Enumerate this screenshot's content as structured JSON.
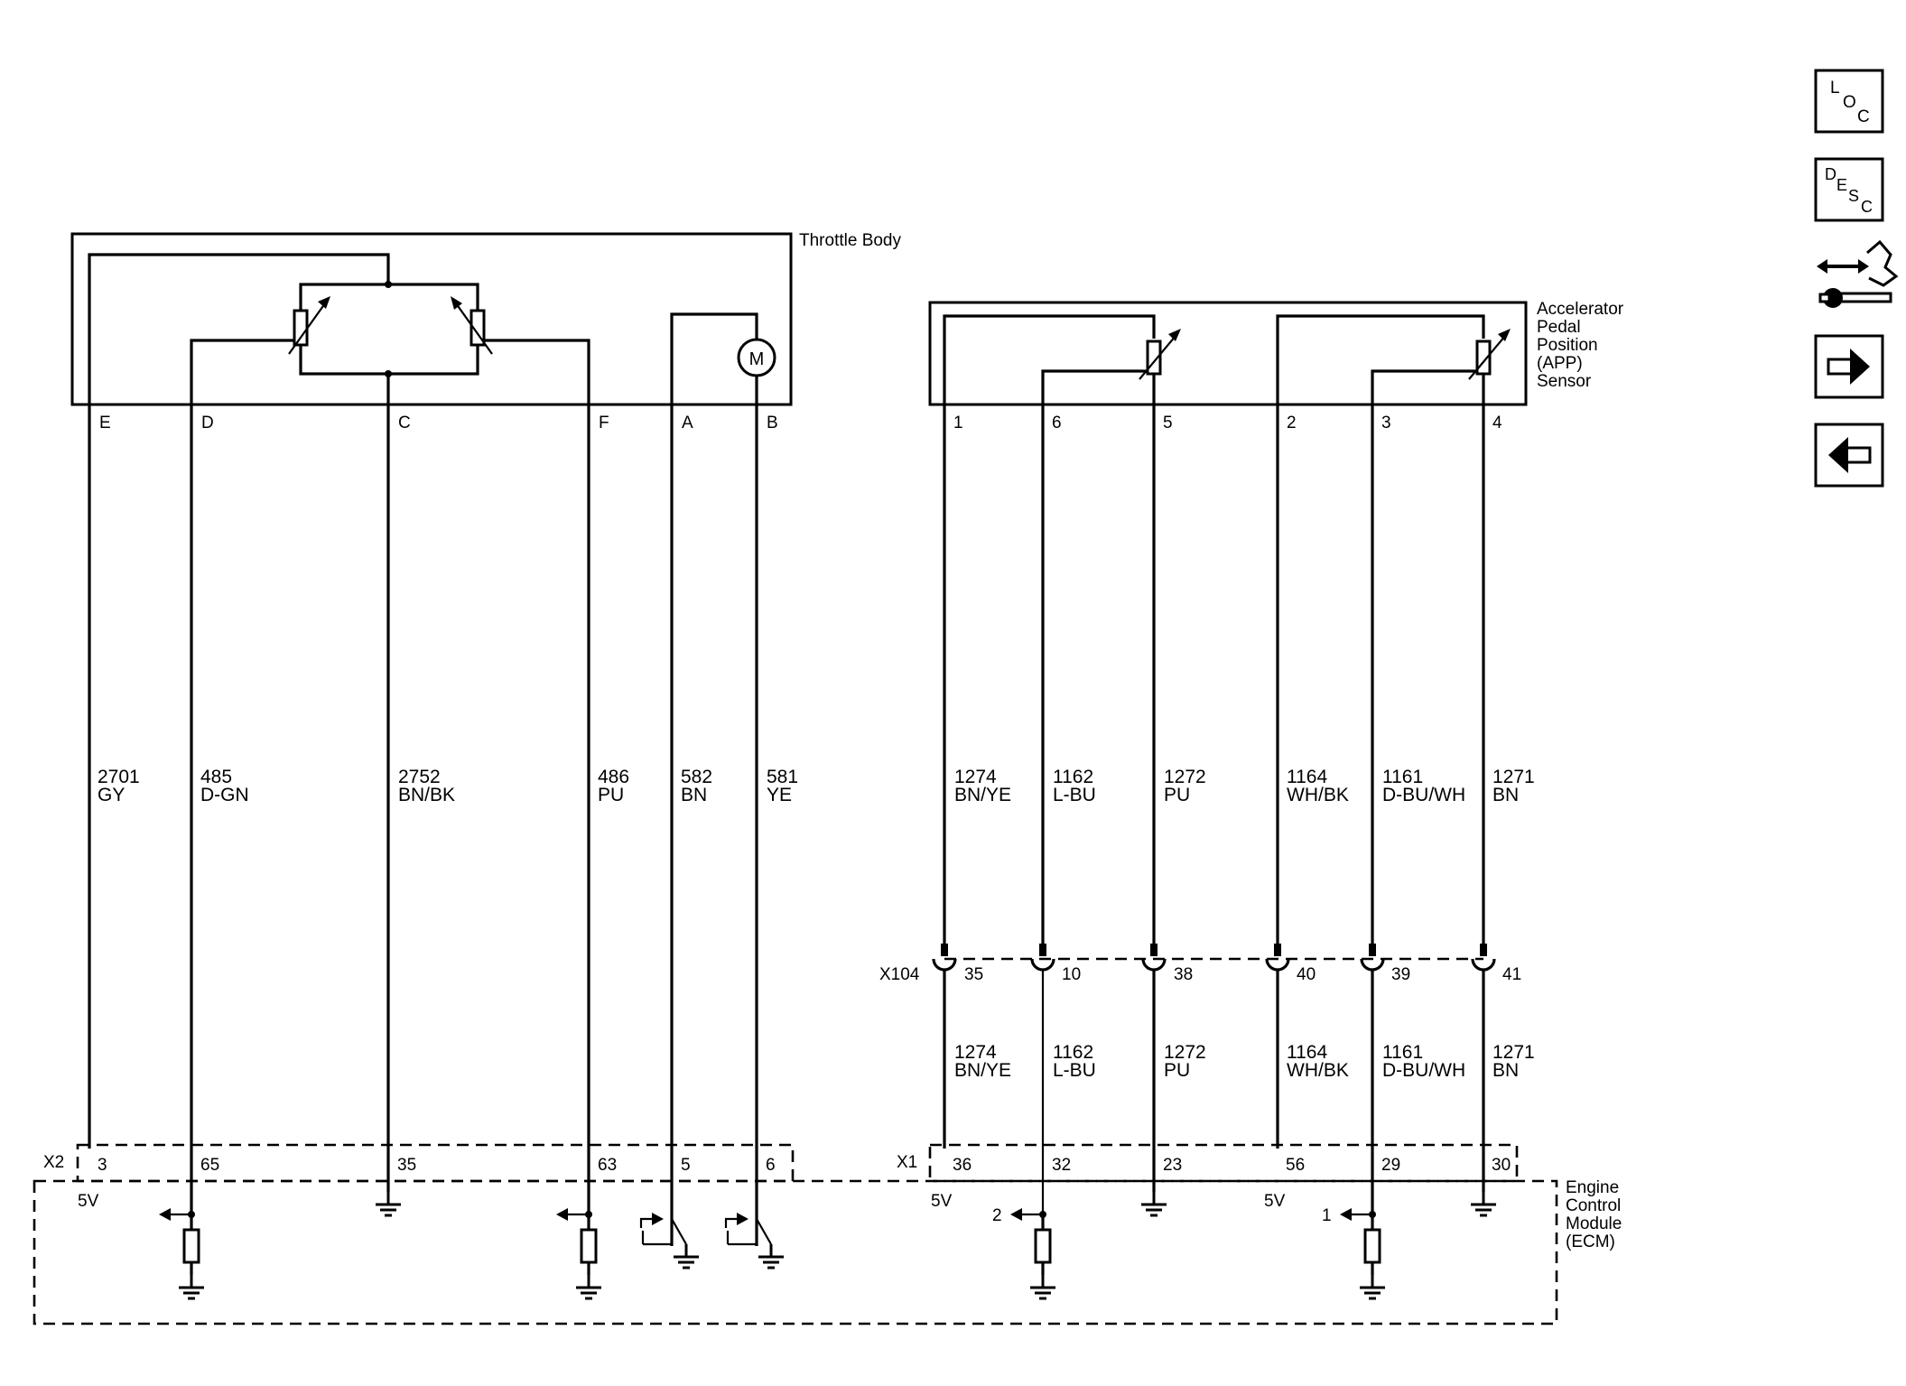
{
  "components": {
    "throttle_body": "Throttle Body",
    "app_sensor": [
      "Accelerator",
      "Pedal",
      "Position",
      "(APP)",
      "Sensor"
    ],
    "ecm": [
      "Engine",
      "Control",
      "Module",
      "(ECM)"
    ],
    "motor_symbol": "M"
  },
  "connectors": {
    "x2": "X2",
    "x1": "X1",
    "x104": "X104"
  },
  "throttle_pins": [
    "E",
    "D",
    "C",
    "F",
    "A",
    "B"
  ],
  "app_pins": [
    "1",
    "6",
    "5",
    "2",
    "3",
    "4"
  ],
  "throttle_wires": [
    {
      "circuit": "2701",
      "color": "GY"
    },
    {
      "circuit": "485",
      "color": "D-GN"
    },
    {
      "circuit": "2752",
      "color": "BN/BK"
    },
    {
      "circuit": "486",
      "color": "PU"
    },
    {
      "circuit": "582",
      "color": "BN"
    },
    {
      "circuit": "581",
      "color": "YE"
    }
  ],
  "app_wires_upper": [
    {
      "circuit": "1274",
      "color": "BN/YE"
    },
    {
      "circuit": "1162",
      "color": "L-BU"
    },
    {
      "circuit": "1272",
      "color": "PU"
    },
    {
      "circuit": "1164",
      "color": "WH/BK"
    },
    {
      "circuit": "1161",
      "color": "D-BU/WH"
    },
    {
      "circuit": "1271",
      "color": "BN"
    }
  ],
  "x104_pins": [
    "35",
    "10",
    "38",
    "40",
    "39",
    "41"
  ],
  "app_wires_lower": [
    {
      "circuit": "1274",
      "color": "BN/YE"
    },
    {
      "circuit": "1162",
      "color": "L-BU"
    },
    {
      "circuit": "1272",
      "color": "PU"
    },
    {
      "circuit": "1164",
      "color": "WH/BK"
    },
    {
      "circuit": "1161",
      "color": "D-BU/WH"
    },
    {
      "circuit": "1271",
      "color": "BN"
    }
  ],
  "x2_pins": [
    "3",
    "65",
    "35",
    "63",
    "5",
    "6"
  ],
  "x1_pins": [
    "36",
    "32",
    "23",
    "56",
    "29",
    "30"
  ],
  "ecm_labels": {
    "five_v_x2": "5V",
    "five_v_x1_a": "5V",
    "five_v_x1_b": "5V",
    "ref_2": "2",
    "ref_1": "1"
  },
  "nav_buttons": [
    {
      "icon": "loc-icon",
      "letters": [
        "L",
        "O",
        "C"
      ]
    },
    {
      "icon": "desc-icon",
      "letters": [
        "D",
        "E",
        "S",
        "C"
      ]
    },
    {
      "icon": "connector-repair-icon"
    },
    {
      "icon": "arrow-right-icon"
    },
    {
      "icon": "arrow-left-icon"
    }
  ]
}
